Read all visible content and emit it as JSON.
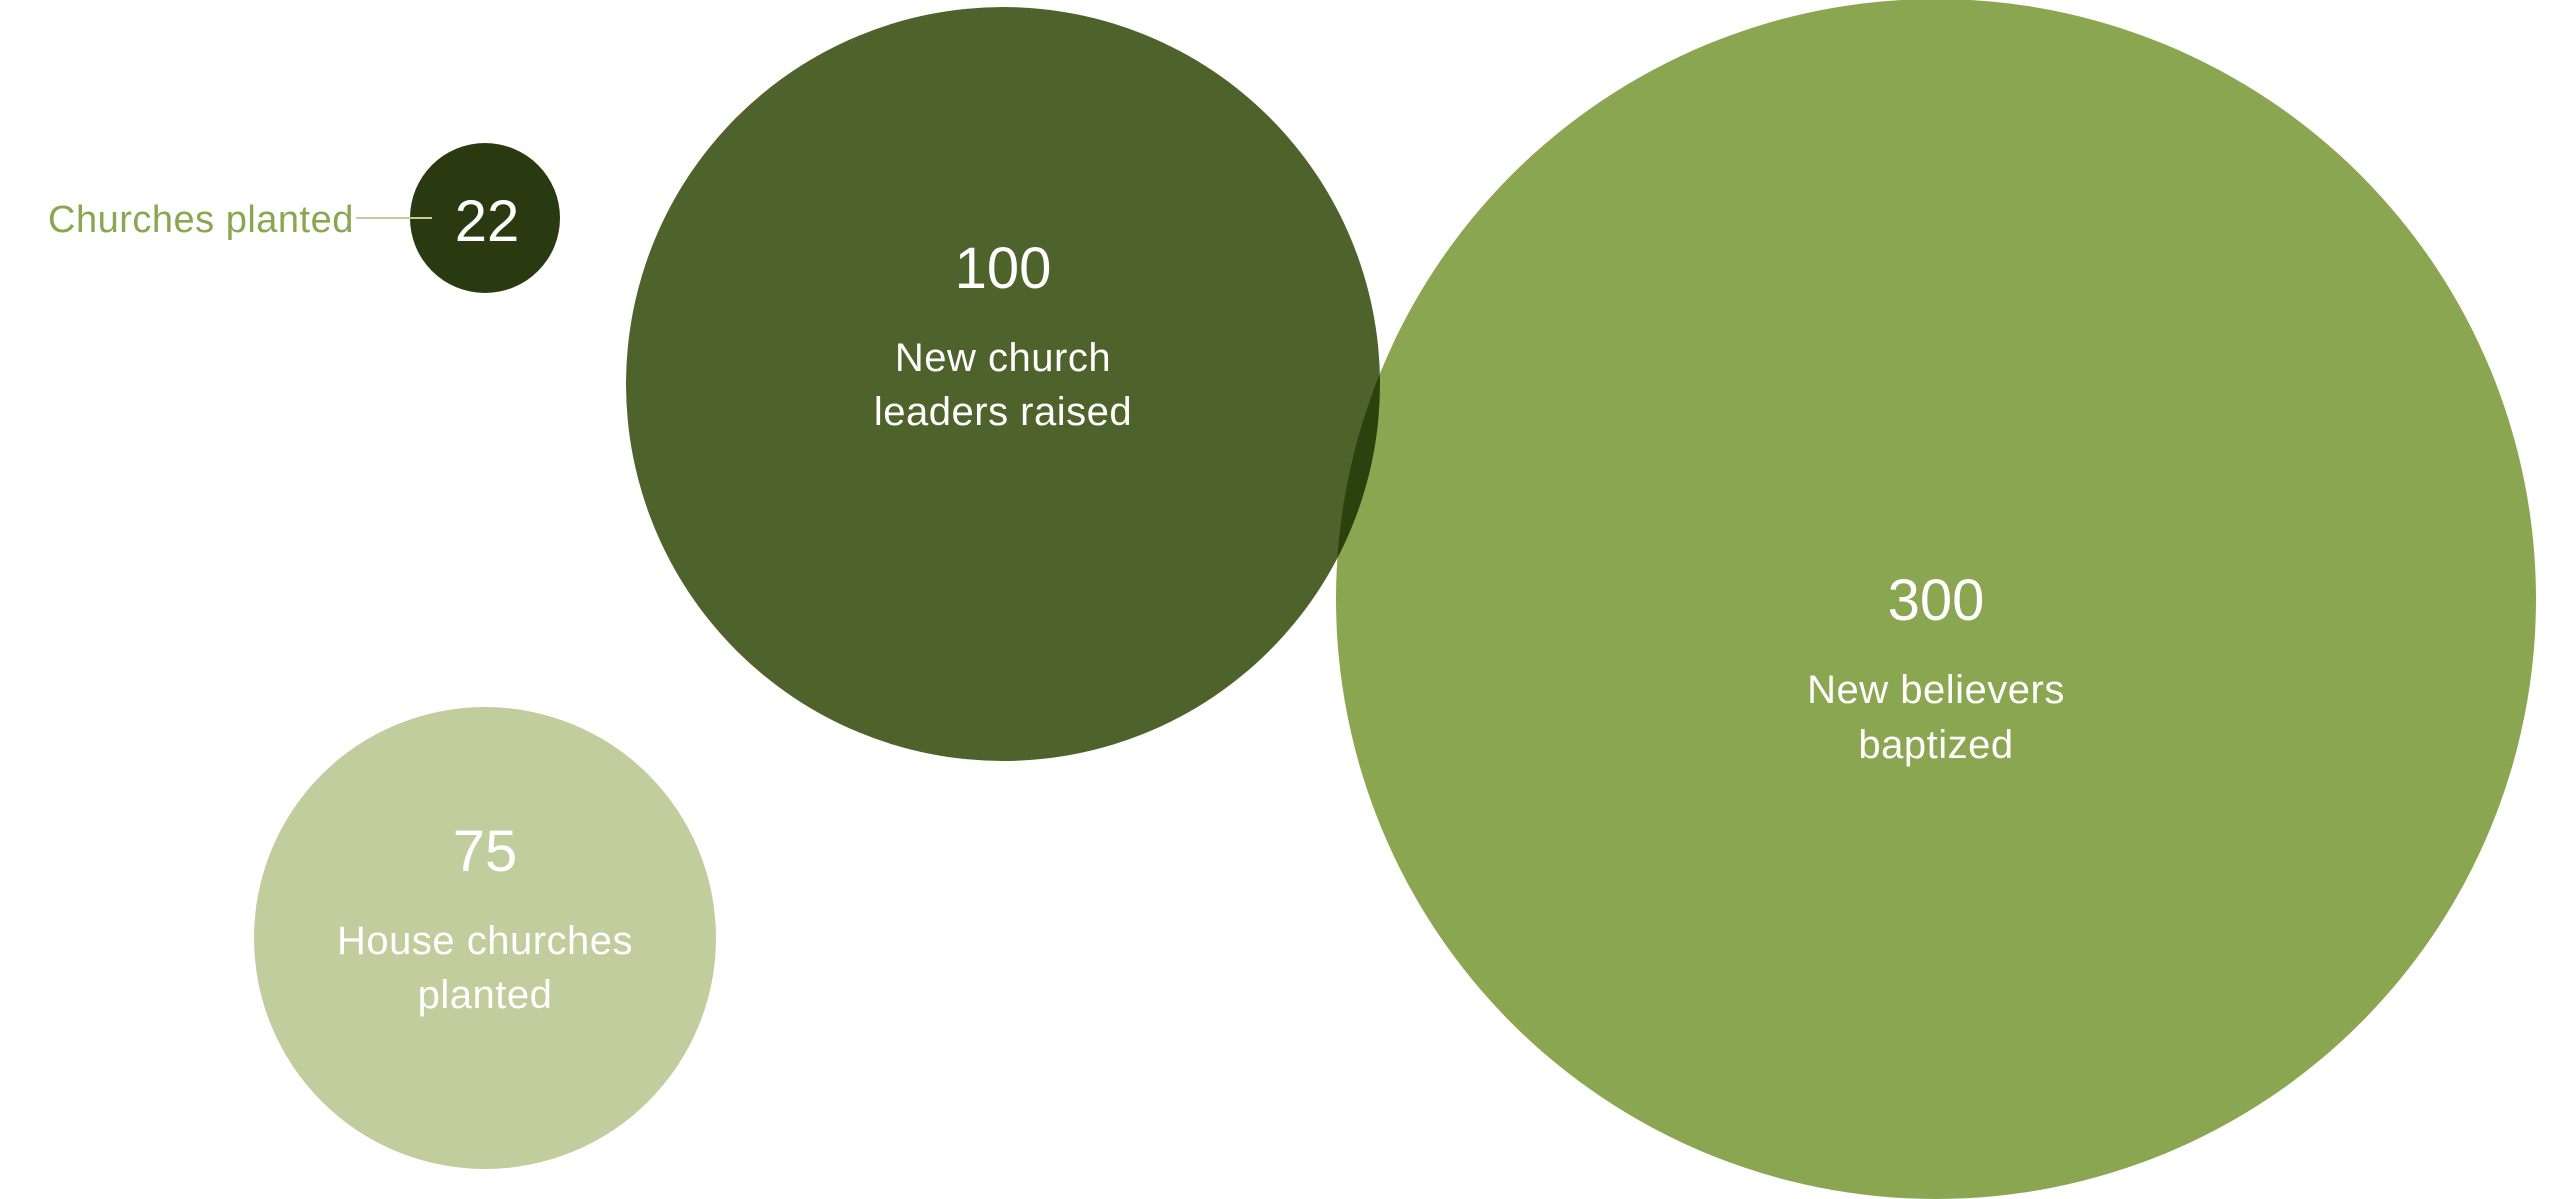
{
  "bubbles": {
    "leaders": {
      "value": "100",
      "label_line1": "New church",
      "label_line2": "leaders raised",
      "color": "#4e632b"
    },
    "baptized": {
      "value": "300",
      "label_line1": "New believers",
      "label_line2": "baptized",
      "color": "#8ba651"
    },
    "house_churches": {
      "value": "75",
      "label_line1": "House churches",
      "label_line2": "planted",
      "color": "#c1cd9c"
    },
    "churches": {
      "value": "22",
      "label": "Churches planted",
      "color": "#2a3a10"
    }
  },
  "text_color": "#ffffff",
  "accent": "#8ba651"
}
